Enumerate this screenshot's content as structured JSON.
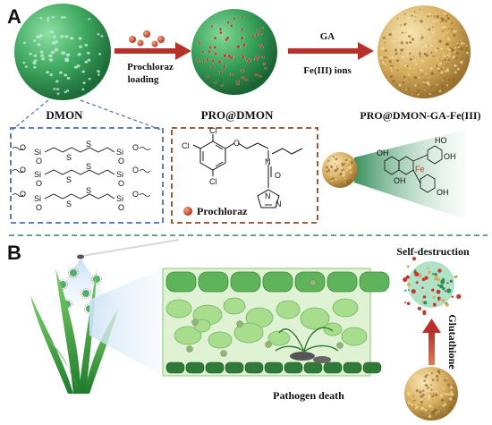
{
  "panels": {
    "a": "A",
    "b": "B"
  },
  "labels": {
    "dmon": "DMON",
    "pro_dmon": "PRO@DMON",
    "pro_dmon_ga_fe": "PRO@DMON-GA-Fe(III)",
    "arrow1_top": "Prochloraz",
    "arrow1_bottom": "loading",
    "arrow2_top": "GA",
    "arrow2_bottom": "Fe(III) ions",
    "prochloraz_legend": "Prochloraz",
    "self_destruction": "Self-destruction",
    "glutathione": "Glutathione",
    "pathogen_death": "Pathogen death"
  },
  "chem": {
    "si": "Si",
    "o": "O",
    "s": "S",
    "cl": "Cl",
    "n": "N",
    "oh": "OH",
    "fe": "Fe",
    "ho": "HO"
  },
  "colors": {
    "green_sphere": "#4caf6a",
    "pore": "#b9ead0",
    "drug_dot": "#c0392b",
    "arrow": "#b7302a",
    "gold_sphere": "#d9b46b",
    "box_blue": "#4a6fb5",
    "box_brown": "#8b4a2b",
    "leaf_green": "#7bc86b",
    "divider": "#2e8b57"
  }
}
